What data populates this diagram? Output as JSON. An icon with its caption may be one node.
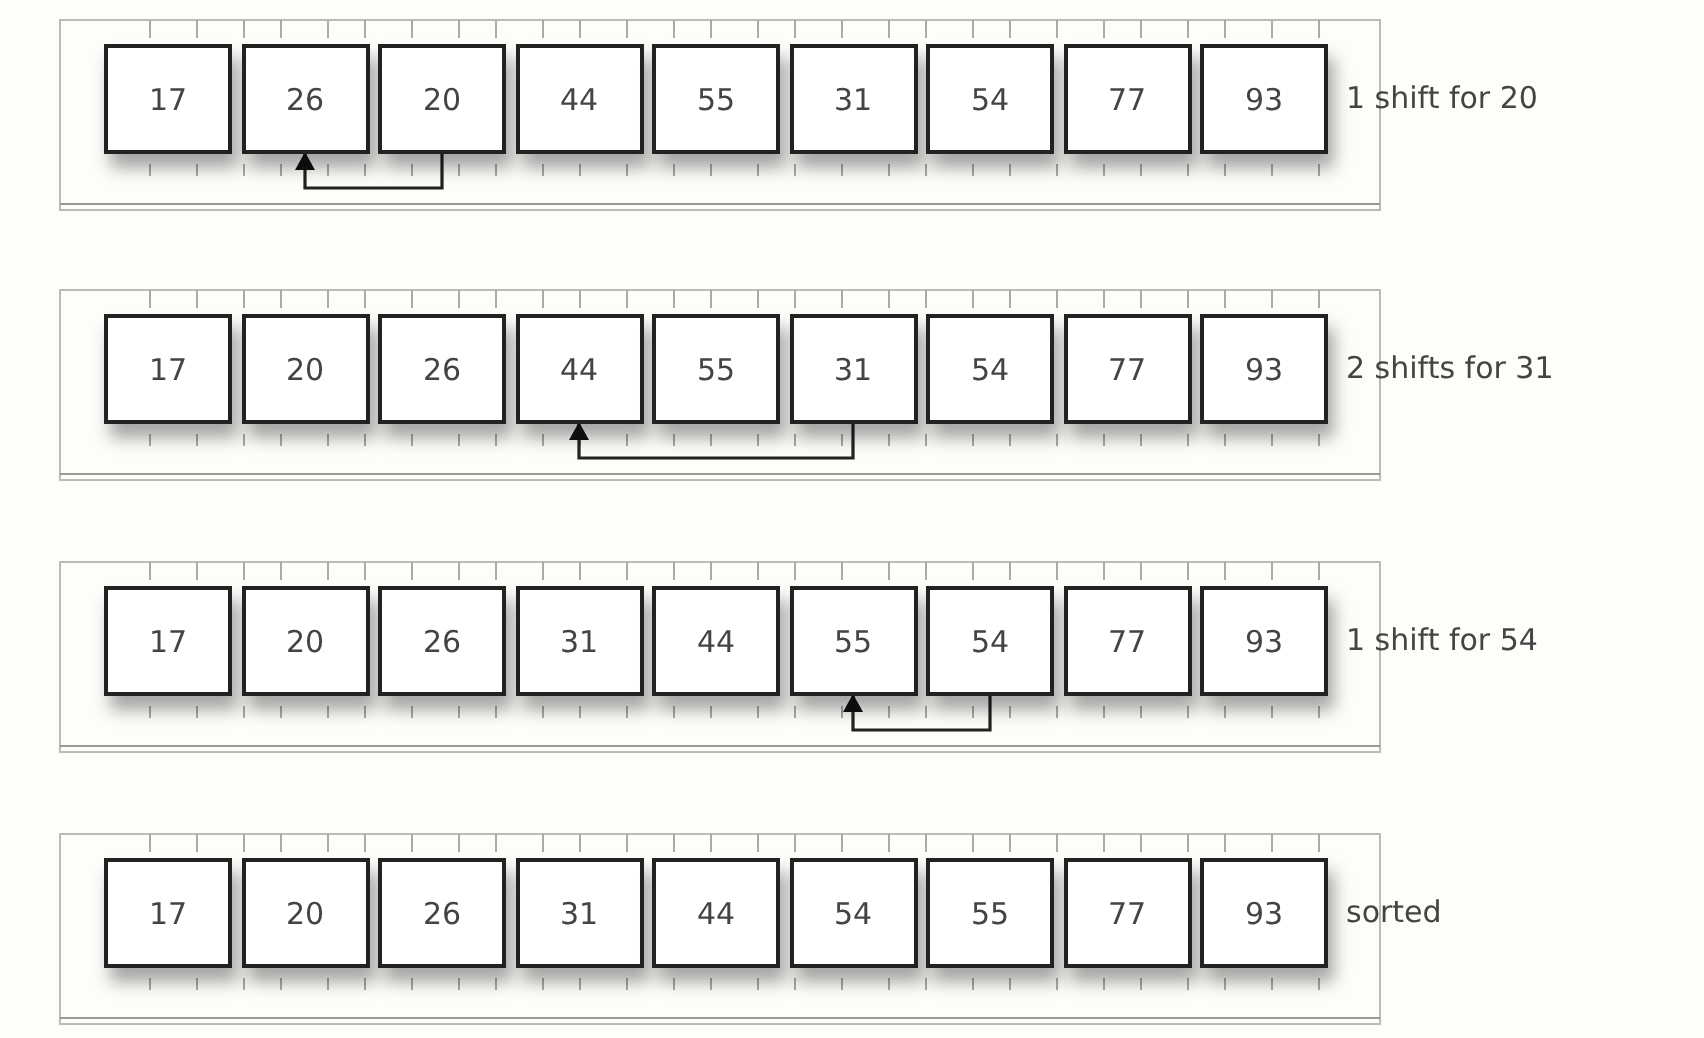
{
  "diagram": {
    "nodes": [
      {
        "text": [
          "17"
        ]
      },
      {
        "text": [
          "26"
        ]
      },
      {
        "text": [
          "20"
        ]
      },
      {
        "text": [
          "44"
        ]
      },
      {
        "text": [
          "55"
        ]
      },
      {
        "text": [
          "31"
        ]
      },
      {
        "text": [
          "54"
        ]
      },
      {
        "text": [
          "77"
        ]
      },
      {
        "text": [
          "93"
        ]
      },
      {
        "text": [
          "17"
        ]
      },
      {
        "text": [
          "20"
        ]
      },
      {
        "text": [
          "26"
        ]
      },
      {
        "text": [
          "44"
        ]
      },
      {
        "text": [
          "55"
        ]
      },
      {
        "text": [
          "31"
        ]
      },
      {
        "text": [
          "54"
        ]
      },
      {
        "text": [
          "77"
        ]
      },
      {
        "text": [
          "93"
        ]
      },
      {
        "text": [
          "17"
        ]
      },
      {
        "text": [
          "20"
        ]
      },
      {
        "text": [
          "26"
        ]
      },
      {
        "text": [
          "31"
        ]
      },
      {
        "text": [
          "44"
        ]
      },
      {
        "text": [
          "55"
        ]
      },
      {
        "text": [
          "54"
        ]
      },
      {
        "text": [
          "77"
        ]
      },
      {
        "text": [
          "93"
        ]
      },
      {
        "text": [
          "17"
        ]
      },
      {
        "text": [
          "20"
        ]
      },
      {
        "text": [
          "26"
        ]
      },
      {
        "text": [
          "31"
        ]
      },
      {
        "text": [
          "44"
        ]
      },
      {
        "text": [
          "54"
        ]
      },
      {
        "text": [
          "55"
        ]
      },
      {
        "text": [
          "77"
        ]
      },
      {
        "text": [
          "93"
        ]
      }
    ],
    "edges": [
      {
        "from": 2,
        "to": 1,
        "arrow": "to"
      },
      {
        "from": 14,
        "to": 12,
        "arrow": "to"
      },
      {
        "from": 24,
        "to": 23,
        "arrow": "to"
      }
    ],
    "labels": [
      "1 shift for 20",
      "2 shifts for 31",
      "1 shift for 54",
      "sorted"
    ]
  }
}
